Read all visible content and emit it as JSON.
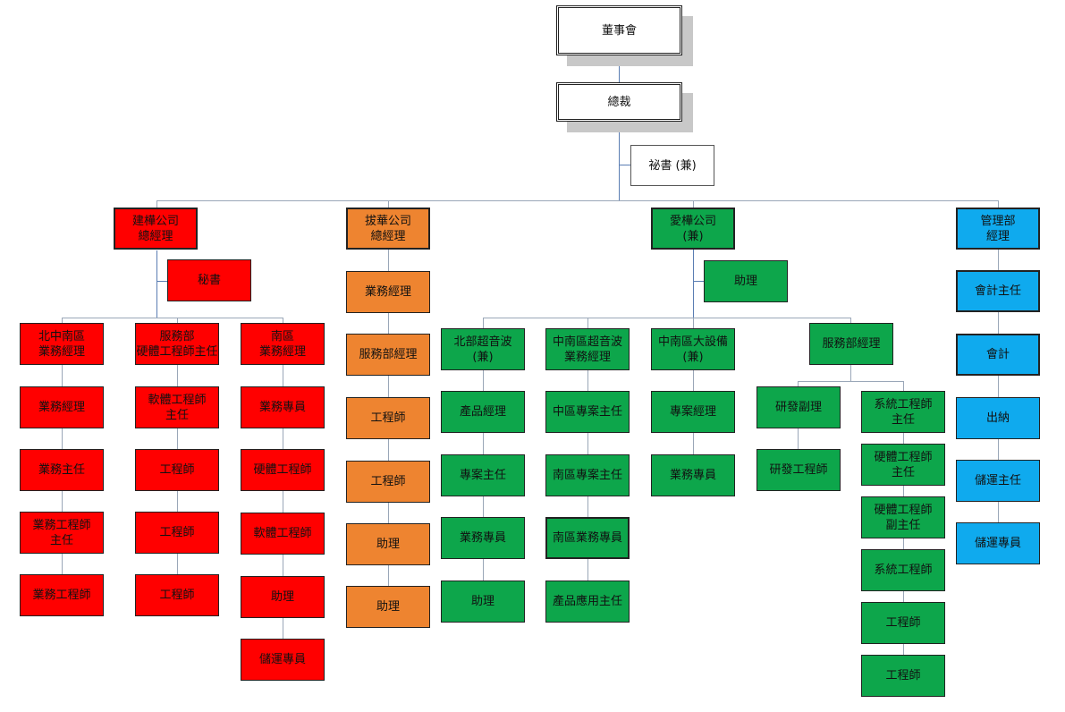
{
  "top": {
    "board": "董事會",
    "ceo": "總裁",
    "secretary": "祕書 (兼)"
  },
  "divisions": {
    "jianwei": {
      "head": "建樺公司\n總經理",
      "secretary": "秘書",
      "north_central_south": [
        "北中南區\n業務經理",
        "業務經理",
        "業務主任",
        "業務工程師\n主任",
        "業務工程師"
      ],
      "service": [
        "服務部\n硬體工程師主任",
        "軟體工程師\n主任",
        "工程師",
        "工程師",
        "工程師"
      ],
      "south": [
        "南區\n業務經理",
        "業務專員",
        "硬體工程師",
        "軟體工程師",
        "助理",
        "儲運專員"
      ]
    },
    "bahua": {
      "head": "拔華公司\n總經理",
      "items": [
        "業務經理",
        "服務部經理",
        "工程師",
        "工程師",
        "助理",
        "助理"
      ]
    },
    "aihua": {
      "head": "愛樺公司\n(兼)",
      "assistant": "助理",
      "north_ultrasound": [
        "北部超音波\n(兼)",
        "產品經理",
        "專案主任",
        "業務專員",
        "助理"
      ],
      "cs_ultrasound": [
        "中南區超音波\n業務經理",
        "中區專案主任",
        "南區專案主任",
        "南區業務專員",
        "產品應用主任"
      ],
      "cs_equipment": [
        "中南區大設備\n(兼)",
        "專案經理",
        "業務專員"
      ],
      "service_head": "服務部經理",
      "rd": [
        "研發副理",
        "研發工程師"
      ],
      "systems": [
        "系統工程師\n主任",
        "硬體工程師\n主任",
        "硬體工程師\n副主任",
        "系統工程師",
        "工程師",
        "工程師"
      ]
    },
    "admin": {
      "head": "管理部\n經理",
      "items": [
        "會計主任",
        "會計",
        "出納",
        "儲運主任",
        "儲運專員"
      ]
    }
  },
  "colors": {
    "jianwei": "#ff0000",
    "bahua": "#ee8430",
    "aihua": "#0da64b",
    "admin": "#0faaee"
  }
}
